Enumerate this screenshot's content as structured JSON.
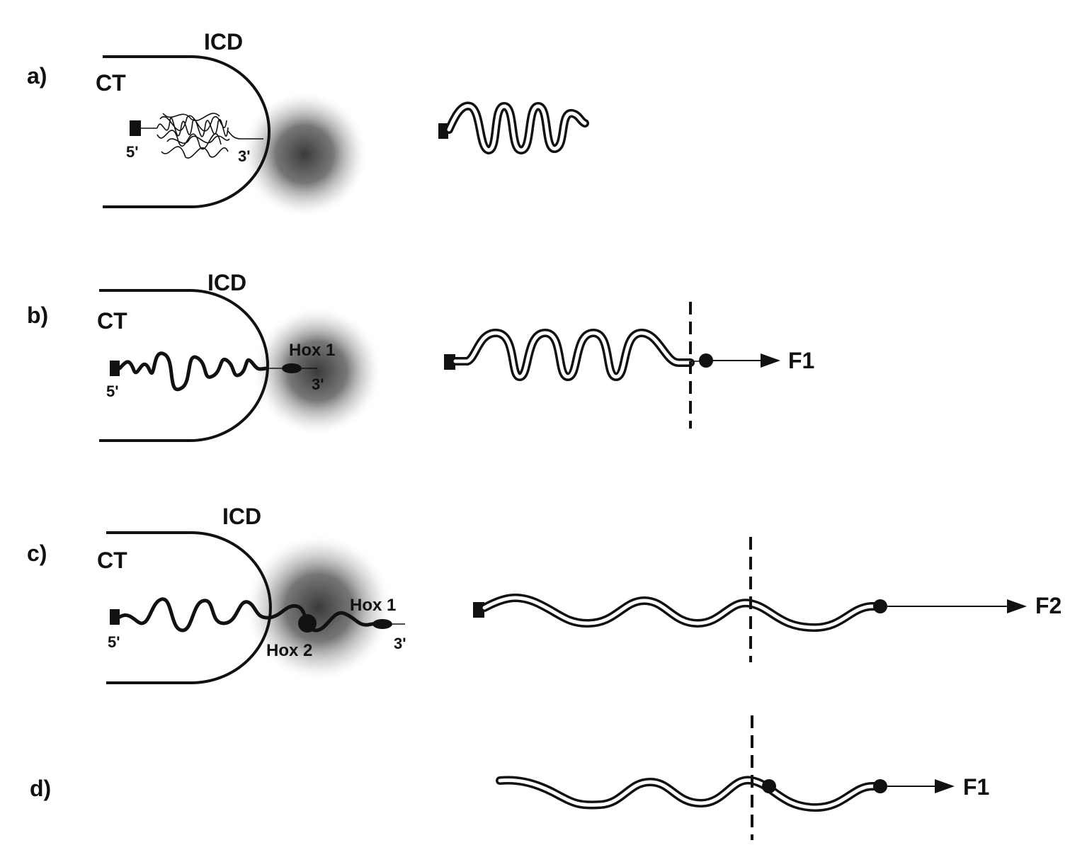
{
  "panels": [
    {
      "id": "a",
      "label": "a)",
      "icd_label": "ICD",
      "ct_label": "CT",
      "five_prime": "5'",
      "three_prime": "3'",
      "state": "compact chromatin inside territory; tight helix model"
    },
    {
      "id": "b",
      "label": "b)",
      "icd_label": "ICD",
      "ct_label": "CT",
      "five_prime": "5'",
      "three_prime": "3'",
      "hox_labels": [
        "Hox 1"
      ],
      "output_label": "F1"
    },
    {
      "id": "c",
      "label": "c)",
      "icd_label": "ICD",
      "ct_label": "CT",
      "five_prime": "5'",
      "three_prime": "3'",
      "hox_labels": [
        "Hox 1",
        "Hox 2"
      ],
      "output_label": "F2"
    },
    {
      "id": "d",
      "label": "d)",
      "output_label": "F1"
    }
  ],
  "colors": {
    "ink": "#111111",
    "halo_center": "#3a3a3a",
    "background": "#ffffff"
  }
}
